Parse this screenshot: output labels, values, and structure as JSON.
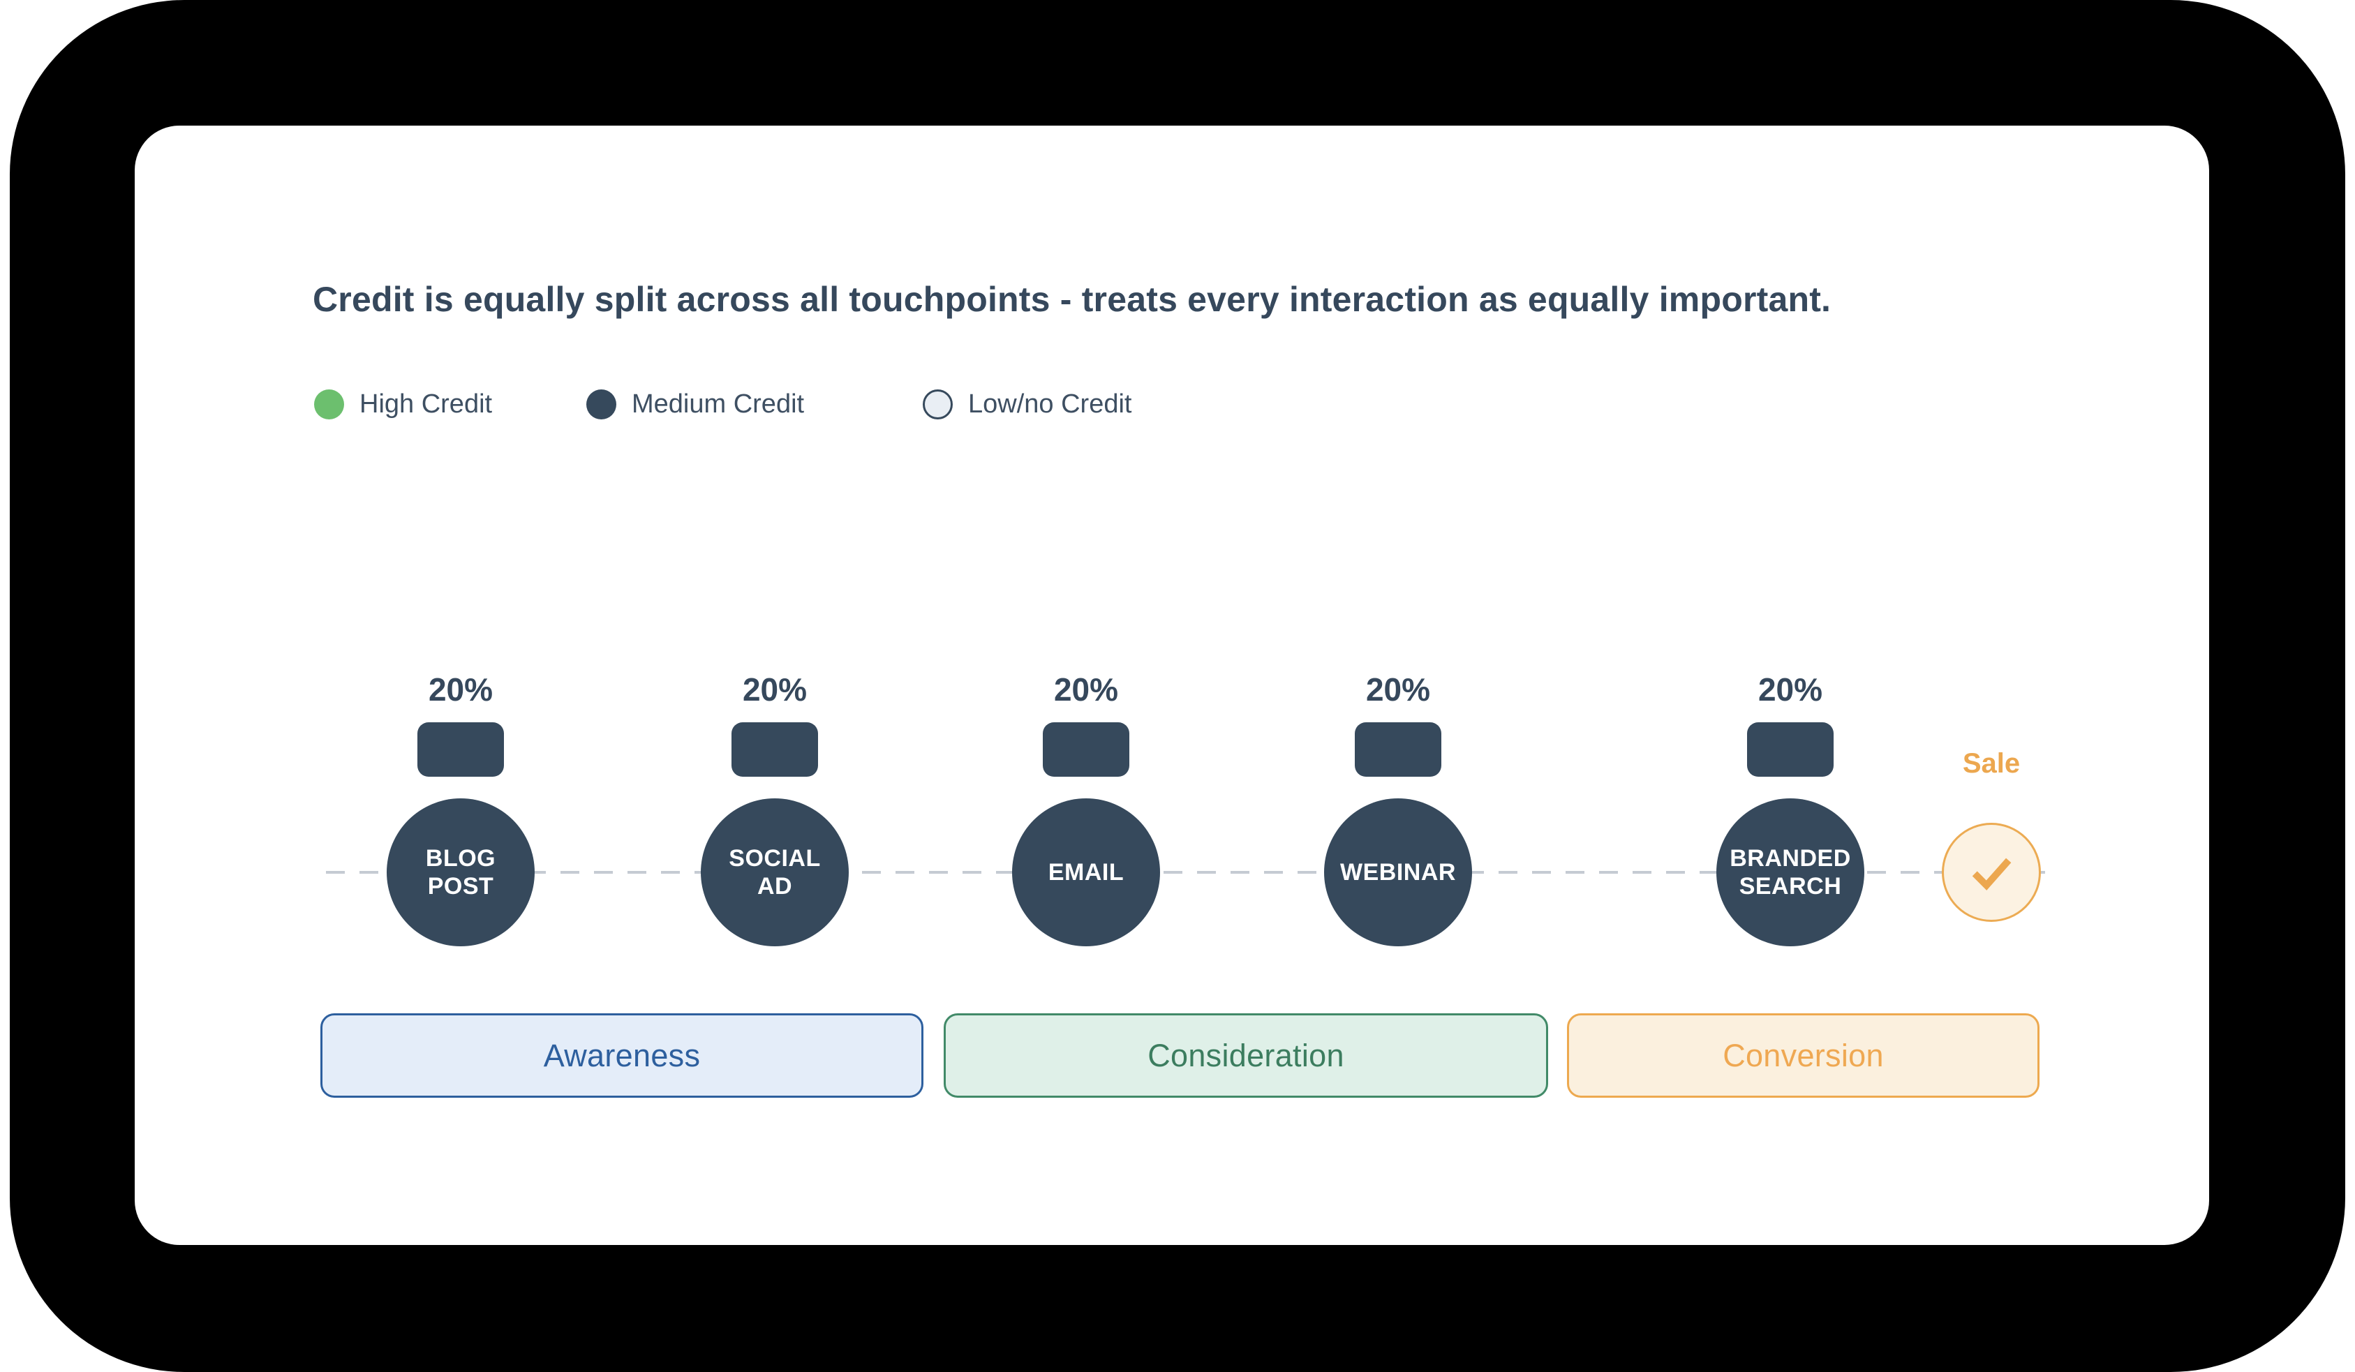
{
  "title": "Credit is equally split across all touchpoints - treats every interaction as equally important.",
  "legend": [
    {
      "label": "High Credit",
      "dot": "green-filled-dot"
    },
    {
      "label": "Medium Credit",
      "dot": "navy-filled-dot"
    },
    {
      "label": "Low/no Credit",
      "dot": "light-outlined-dot"
    }
  ],
  "touchpoints": [
    {
      "label": "BLOG POST",
      "credit": "20%"
    },
    {
      "label": "SOCIAL AD",
      "credit": "20%"
    },
    {
      "label": "EMAIL",
      "credit": "20%"
    },
    {
      "label": "WEBINAR",
      "credit": "20%"
    },
    {
      "label": "BRANDED SEARCH",
      "credit": "20%"
    }
  ],
  "sale": {
    "label": "Sale",
    "icon": "checkmark-icon"
  },
  "stages": [
    {
      "label": "Awareness"
    },
    {
      "label": "Consideration"
    },
    {
      "label": "Conversion"
    }
  ],
  "colors": {
    "navy": "#36495c",
    "high_credit_green": "#6cbf6e",
    "low_credit_fill": "#e9eef4",
    "dash_gray": "#c5cbd3",
    "sale_orange": "#ecab53",
    "sale_fill": "#fcf2e2",
    "awareness_fill": "#e4edf9",
    "awareness_accent": "#2d5f9e",
    "consideration_fill": "#dff0e8",
    "consideration_accent": "#3c7d5f",
    "conversion_fill": "#fbf0de",
    "conversion_accent": "#efa852"
  }
}
